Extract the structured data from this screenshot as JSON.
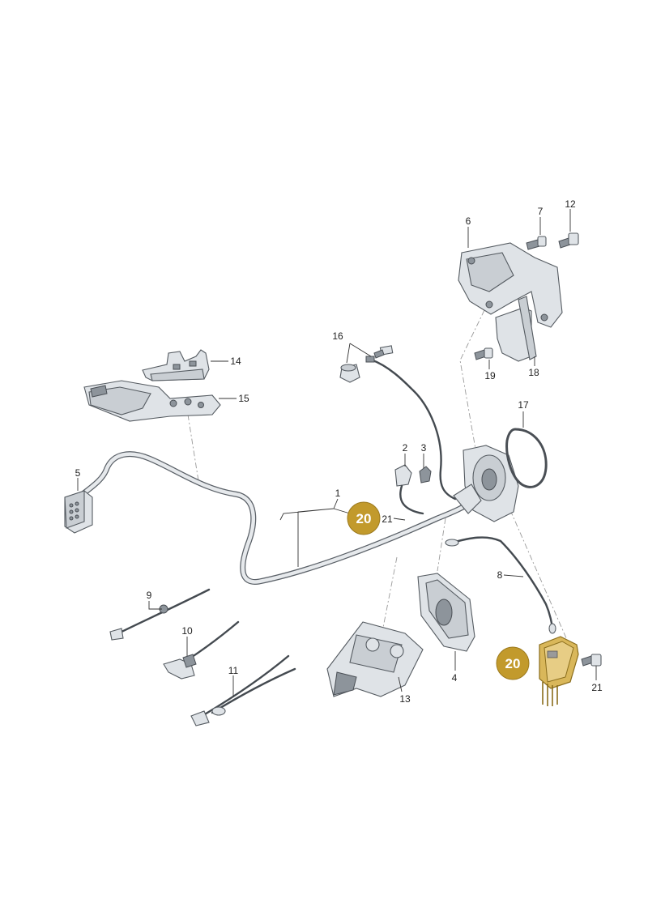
{
  "diagram": {
    "labels": [
      {
        "id": "l1",
        "text": "1"
      },
      {
        "id": "l2",
        "text": "2"
      },
      {
        "id": "l3",
        "text": "3"
      },
      {
        "id": "l4",
        "text": "4"
      },
      {
        "id": "l5",
        "text": "5"
      },
      {
        "id": "l6",
        "text": "6"
      },
      {
        "id": "l7",
        "text": "7"
      },
      {
        "id": "l8",
        "text": "8"
      },
      {
        "id": "l9",
        "text": "9"
      },
      {
        "id": "l10",
        "text": "10"
      },
      {
        "id": "l11",
        "text": "11"
      },
      {
        "id": "l12",
        "text": "12"
      },
      {
        "id": "l13",
        "text": "13"
      },
      {
        "id": "l14",
        "text": "14"
      },
      {
        "id": "l15",
        "text": "15"
      },
      {
        "id": "l16",
        "text": "16"
      },
      {
        "id": "l17",
        "text": "17"
      },
      {
        "id": "l18",
        "text": "18"
      },
      {
        "id": "l19",
        "text": "19"
      },
      {
        "id": "l21a",
        "text": "21"
      },
      {
        "id": "l21b",
        "text": "21"
      }
    ],
    "badges": [
      {
        "id": "b1",
        "text": "20"
      },
      {
        "id": "b2",
        "text": "20"
      }
    ],
    "colors": {
      "badge": "#c29a2c",
      "highlight": "#d9b75a"
    }
  }
}
